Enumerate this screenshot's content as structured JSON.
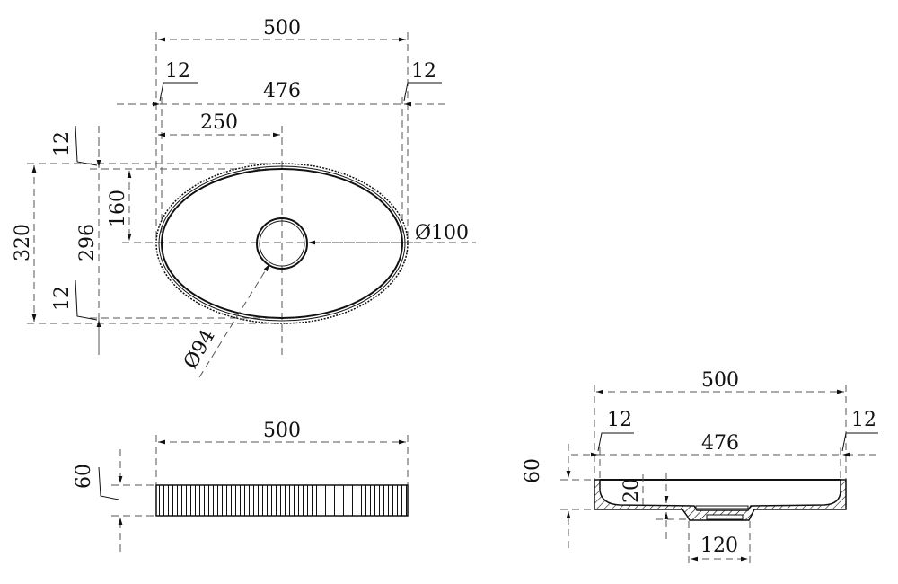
{
  "top_view": {
    "overall_width": "500",
    "rim_left": "12",
    "rim_right": "12",
    "inner_width": "476",
    "half_width": "250",
    "overall_depth": "320",
    "inner_depth": "296",
    "rim_top": "12",
    "rim_bottom": "12",
    "half_depth": "160",
    "drain_outer_diameter": "Ø100",
    "drain_inner_diameter": "Ø94"
  },
  "side_view": {
    "width": "500",
    "height": "60"
  },
  "section_view": {
    "overall_width": "500",
    "rim_left": "12",
    "rim_right": "12",
    "inner_width": "476",
    "height": "60",
    "bottom_thickness": "20",
    "drain_width": "120"
  },
  "colors": {
    "line": "#111111",
    "dimension": "#555555"
  }
}
